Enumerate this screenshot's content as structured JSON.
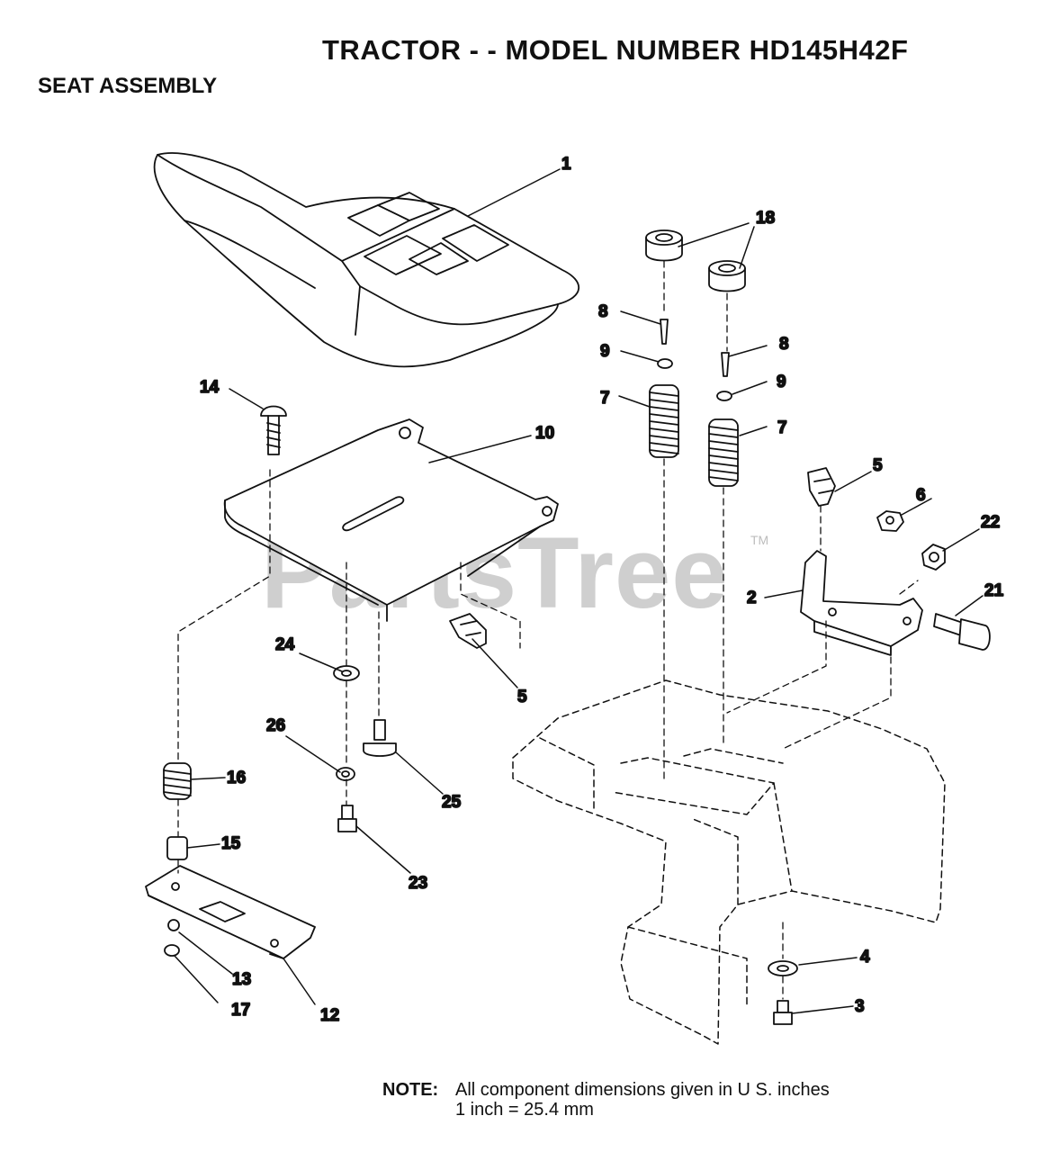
{
  "header": {
    "title": "TRACTOR - - MODEL NUMBER HD145H42F",
    "section": "SEAT ASSEMBLY"
  },
  "watermark": {
    "text": "PartsTree",
    "tm": "TM"
  },
  "callouts": {
    "c1": "1",
    "c2": "2",
    "c3": "3",
    "c4": "4",
    "c5a": "5",
    "c5b": "5",
    "c6": "6",
    "c7a": "7",
    "c7b": "7",
    "c8a": "8",
    "c8b": "8",
    "c9a": "9",
    "c9b": "9",
    "c10": "10",
    "c12": "12",
    "c13": "13",
    "c14": "14",
    "c15": "15",
    "c16": "16",
    "c17": "17",
    "c18": "18",
    "c21": "21",
    "c22": "22",
    "c23": "23",
    "c24": "24",
    "c25": "25",
    "c26": "26"
  },
  "note": {
    "label": "NOTE:",
    "line1": "All component dimensions given in U S. inches",
    "line2": "1 inch = 25.4 mm"
  }
}
